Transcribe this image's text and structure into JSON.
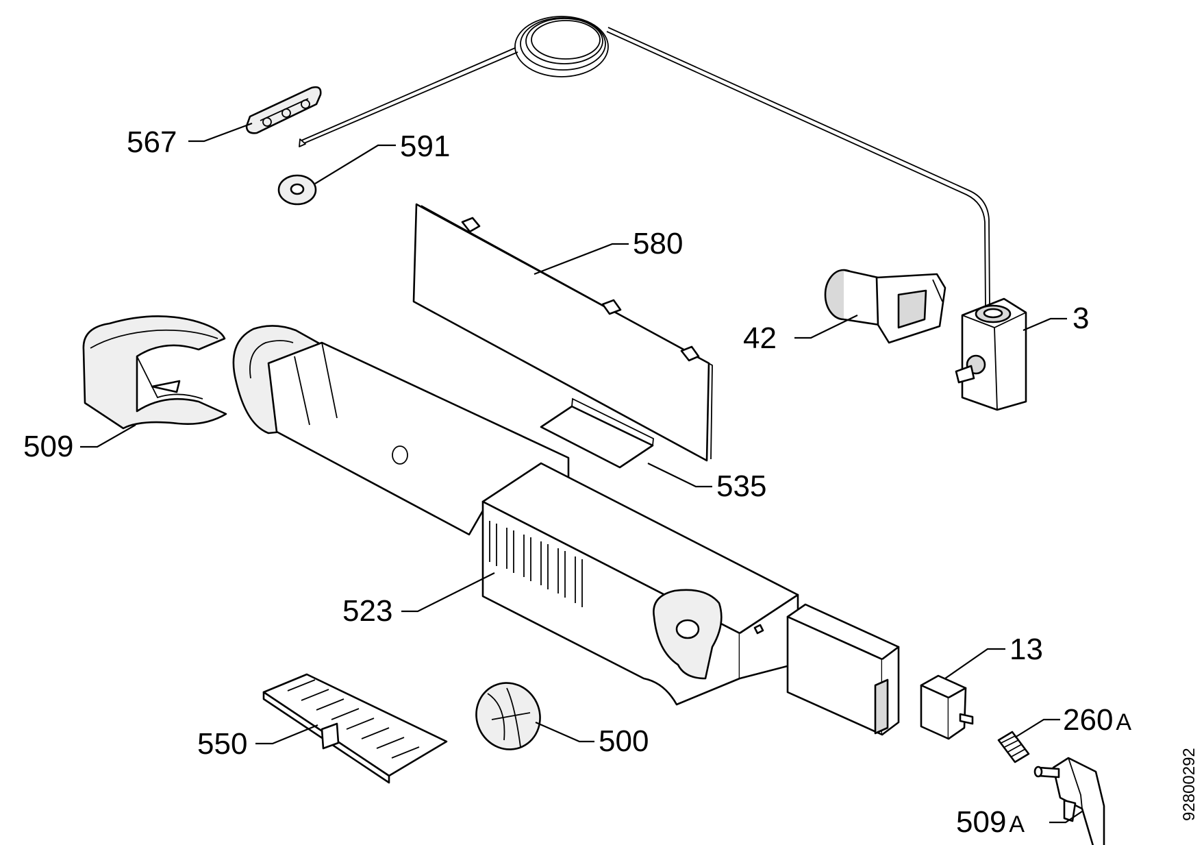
{
  "diagram": {
    "doc_code": "92800292",
    "parts": [
      {
        "id": "p567",
        "label": "567"
      },
      {
        "id": "p591",
        "label": "591"
      },
      {
        "id": "p580",
        "label": "580"
      },
      {
        "id": "p42",
        "label": "42"
      },
      {
        "id": "p3",
        "label": "3"
      },
      {
        "id": "p509",
        "label": "509"
      },
      {
        "id": "p535",
        "label": "535"
      },
      {
        "id": "p523",
        "label": "523"
      },
      {
        "id": "p13",
        "label": "13"
      },
      {
        "id": "p260",
        "label": "260",
        "suffix": "A"
      },
      {
        "id": "p550",
        "label": "550"
      },
      {
        "id": "p500",
        "label": "500"
      },
      {
        "id": "p509a",
        "label": "509",
        "suffix": "A"
      }
    ]
  }
}
